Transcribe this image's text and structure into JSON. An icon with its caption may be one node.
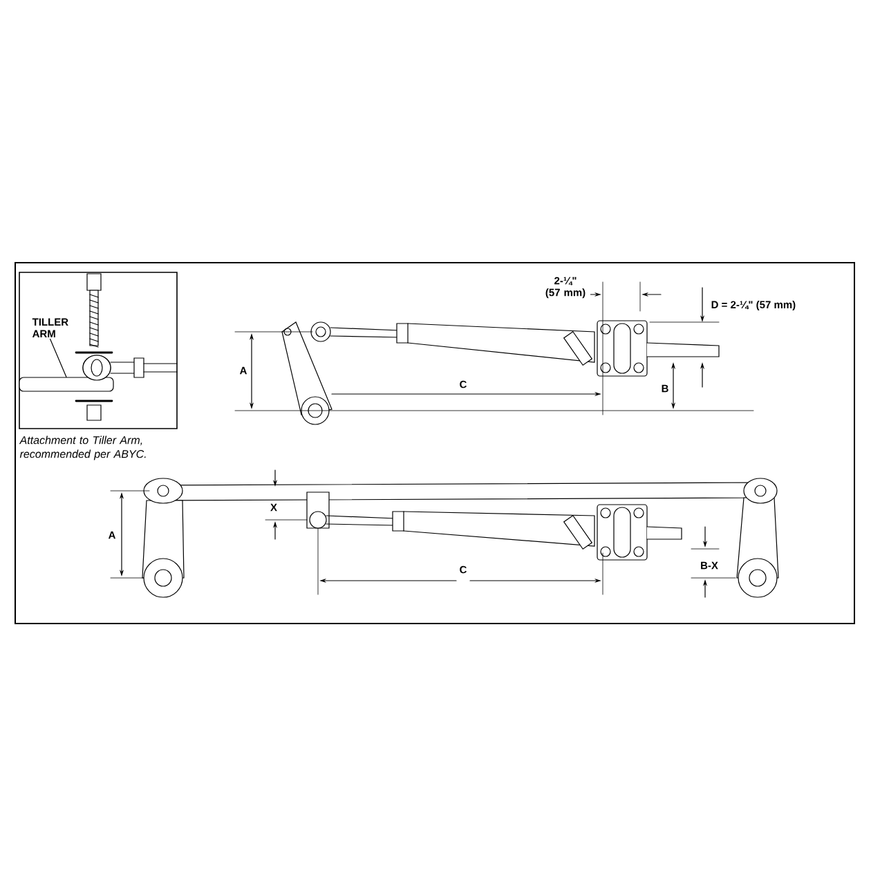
{
  "diagram": {
    "nodes": [
      {
        "text": [
          "TILLER ARM"
        ]
      },
      {
        "text": [],
        "shape": "bar"
      }
    ],
    "edges": [
      {
        "from": 0,
        "to": 1,
        "arrow": "none"
      }
    ],
    "labels": [
      "Attachment to Tiller Arm, recommended per ABYC.",
      "2-¼\" (57 mm)",
      "D = 2-¼\" (57 mm)",
      "A",
      "C",
      "B",
      "A",
      "X",
      "C",
      "B-X"
    ]
  }
}
